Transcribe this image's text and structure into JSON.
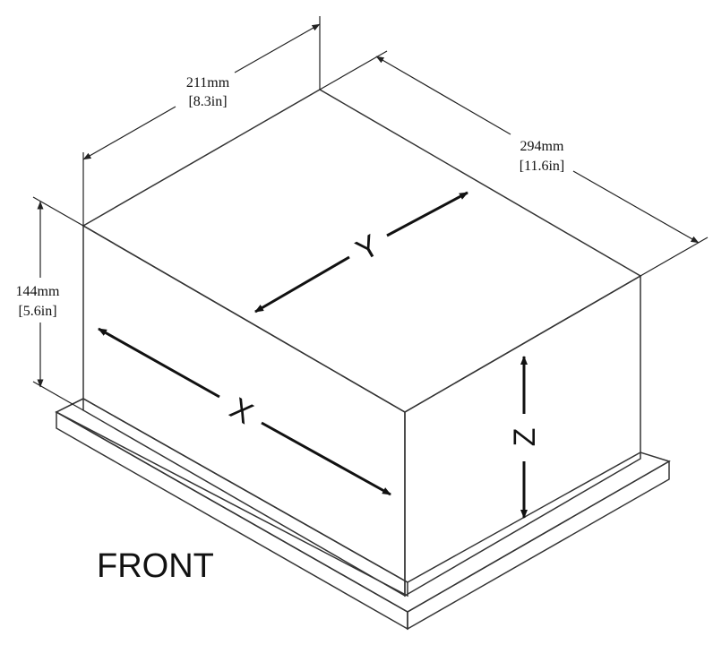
{
  "dimensions": {
    "width": {
      "mm": "211mm",
      "in": "[8.3in]"
    },
    "length": {
      "mm": "294mm",
      "in": "[11.6in]"
    },
    "height": {
      "mm": "144mm",
      "in": "[5.6in]"
    }
  },
  "axes": {
    "x": "X",
    "y": "Y",
    "z": "Z"
  },
  "front_label": "FRONT",
  "colors": {
    "line": "#333333",
    "box_fill": "#ffffff",
    "text": "#111111"
  }
}
